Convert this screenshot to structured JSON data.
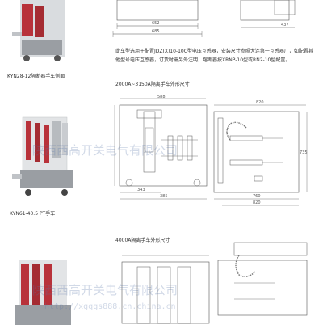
{
  "captions": {
    "top_photo": "KYN28-12隔断器手车侧面",
    "mid_photo": "KYN61-40.5 PT手车",
    "section_1": "2000A~3150A隔离手车外形尺寸",
    "section_2": "4000A隔离手车外形尺寸"
  },
  "note": "此车型选用于配置JDZ(X)10-10C型电压互感器，安装尺寸参照大连第一互感器厂，如配置其他型号电压互感器，订货时需另外注明，熔断器按XRNP-10型或RN2-10型配置。",
  "dimensions": {
    "top_drawing": [
      "652",
      "685"
    ],
    "top_side": [
      "437"
    ],
    "mid_drawing": [
      "820",
      "343",
      "385",
      "588",
      "735",
      "760"
    ],
    "mid_side": [
      "820"
    ]
  },
  "watermark": {
    "company": "陕西西高开关电气有限公司",
    "url": "http://xgqgs888.cn.china.cn"
  },
  "colors": {
    "line": "#555555",
    "photo_red": "#b8323a",
    "photo_gray": "#9a9ea3",
    "watermark": "#5a78aa"
  }
}
